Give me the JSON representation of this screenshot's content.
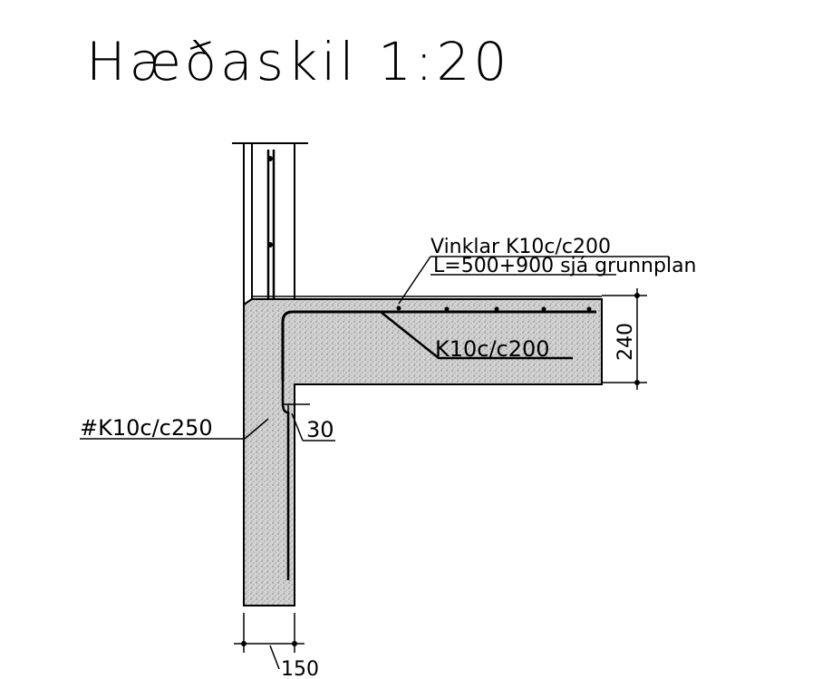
{
  "title": "Hæðaskil 1:20",
  "labels": {
    "stirrups_line1": "Vinklar K10c/c200",
    "stirrups_line2": "L=500+900 sjá grunnplan",
    "slab_rebar": "K10c/c200",
    "wall_mesh": "#K10c/c250",
    "cover": "30",
    "slab_thickness": "240",
    "wall_thickness": "150"
  },
  "colors": {
    "line": "#000000",
    "concrete": "#c9c9c9"
  }
}
